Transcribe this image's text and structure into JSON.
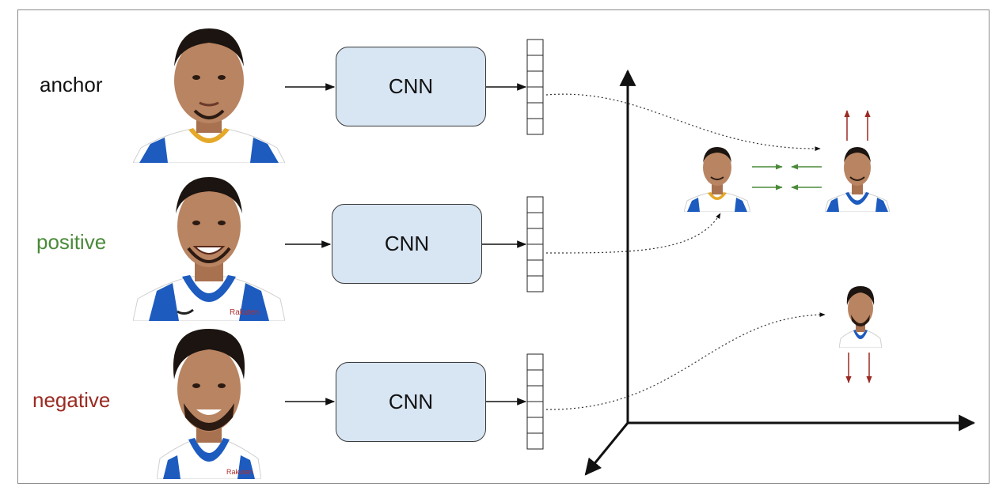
{
  "rows": [
    {
      "label": "anchor",
      "color": "#111111",
      "model": "CNN",
      "photo": "anchor-player-photo"
    },
    {
      "label": "positive",
      "color": "#4a8a3a",
      "model": "CNN",
      "photo": "positive-player-photo"
    },
    {
      "label": "negative",
      "color": "#9b2a22",
      "model": "CNN",
      "photo": "negative-player-photo"
    }
  ],
  "colors": {
    "cnn_fill": "#d8e5f3",
    "pull_arrows": "#4a8a3a",
    "push_arrows": "#9b2a22",
    "jersey_blue": "#1d5bbf",
    "skin": "#b98461"
  }
}
